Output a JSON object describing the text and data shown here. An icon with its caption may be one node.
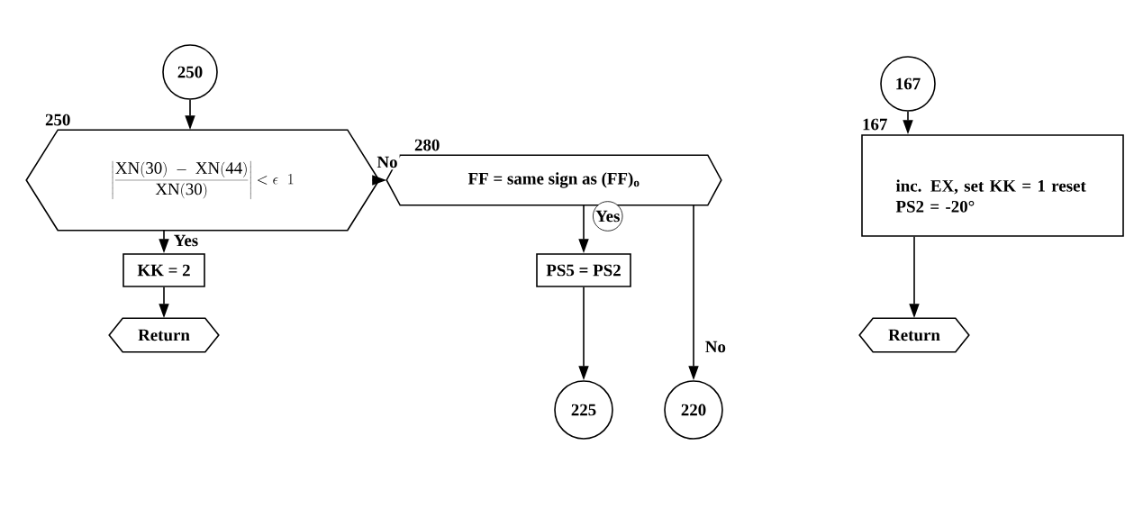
{
  "diagram": {
    "nodes": [
      {
        "text": [
          "250"
        ]
      },
      {
        "text": [
          "\\left|\\frac{\\mathrm{XN(30)\\ -\\ XN(44)}}{\\mathrm{XN(30)}}\\right| < \\epsilon\\ \\ 1"
        ],
        "beside": [
          "250"
        ]
      },
      {
        "text": [
          "FF = same sign as (FF)$_{o}$"
        ],
        "beside": [
          "280"
        ]
      },
      {
        "text": [
          "KK = 2"
        ]
      },
      {
        "text": [
          "Return"
        ]
      },
      {
        "text": [
          "PS5 = PS2"
        ]
      },
      {
        "text": [
          "225"
        ]
      },
      {
        "text": [
          "220"
        ]
      },
      {
        "text": [
          "167"
        ]
      },
      {
        "text": [
          "inc. EX, set KK = 1 reset PS2 = -20°"
        ],
        "beside": [
          "167"
        ]
      },
      {
        "text": [
          "Return"
        ]
      }
    ],
    "edges": [
      {
        "from": 0,
        "to": 1,
        "arrow": "to"
      },
      {
        "from": 1,
        "to": 2,
        "arrow": "to",
        "label": "No"
      },
      {
        "from": 1,
        "to": 3,
        "arrow": "to",
        "label": "Yes"
      },
      {
        "from": 3,
        "to": 4,
        "arrow": "to"
      },
      {
        "from": 2,
        "to": 5,
        "arrow": "to",
        "label": "Yes"
      },
      {
        "from": 5,
        "to": 6,
        "arrow": "to"
      },
      {
        "from": 2,
        "to": 7,
        "arrow": "to",
        "label": "No"
      },
      {
        "from": 8,
        "to": 9,
        "arrow": "to"
      },
      {
        "from": 9,
        "to": 10,
        "arrow": "to"
      }
    ]
  }
}
